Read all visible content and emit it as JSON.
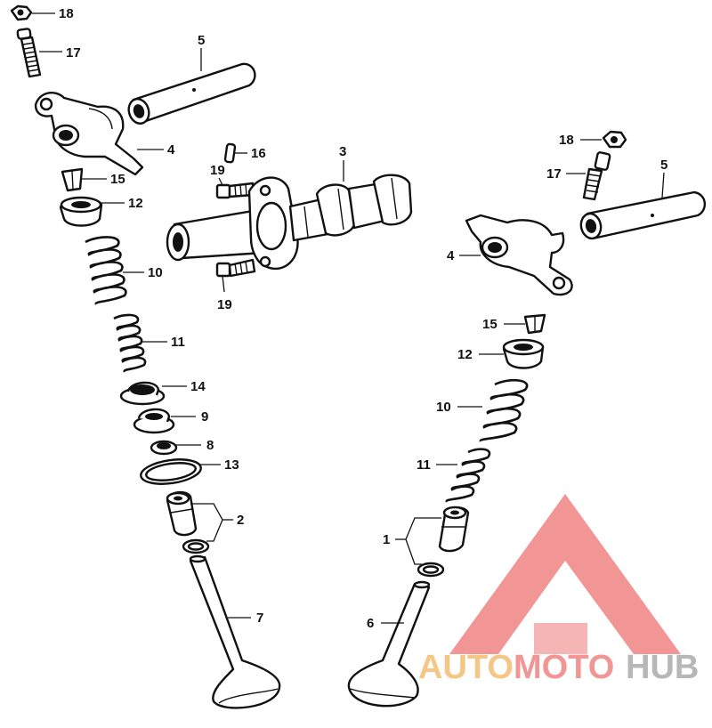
{
  "diagram": {
    "callouts": [
      {
        "id": "c-18-left",
        "label": "18"
      },
      {
        "id": "c-17-left",
        "label": "17"
      },
      {
        "id": "c-5-left",
        "label": "5"
      },
      {
        "id": "c-4-left",
        "label": "4"
      },
      {
        "id": "c-15-left",
        "label": "15"
      },
      {
        "id": "c-12-left",
        "label": "12"
      },
      {
        "id": "c-10-left",
        "label": "10"
      },
      {
        "id": "c-11-left",
        "label": "11"
      },
      {
        "id": "c-14-left",
        "label": "14"
      },
      {
        "id": "c-9-left",
        "label": "9"
      },
      {
        "id": "c-8-left",
        "label": "8"
      },
      {
        "id": "c-13-left",
        "label": "13"
      },
      {
        "id": "c-2-left",
        "label": "2"
      },
      {
        "id": "c-7-left",
        "label": "7"
      },
      {
        "id": "c-16-center",
        "label": "16"
      },
      {
        "id": "c-3-center",
        "label": "3"
      },
      {
        "id": "c-19-top",
        "label": "19"
      },
      {
        "id": "c-19-bottom",
        "label": "19"
      },
      {
        "id": "c-18-right",
        "label": "18"
      },
      {
        "id": "c-17-right",
        "label": "17"
      },
      {
        "id": "c-5-right",
        "label": "5"
      },
      {
        "id": "c-4-right",
        "label": "4"
      },
      {
        "id": "c-15-right",
        "label": "15"
      },
      {
        "id": "c-12-right",
        "label": "12"
      },
      {
        "id": "c-10-right",
        "label": "10"
      },
      {
        "id": "c-11-right",
        "label": "11"
      },
      {
        "id": "c-1-right",
        "label": "1"
      },
      {
        "id": "c-6-right",
        "label": "6"
      }
    ]
  },
  "watermark": {
    "text_part1": "AUTO",
    "text_part2": "MOTO",
    "text_part3": "HUB",
    "colors": {
      "triangle": "#f08a8a",
      "auto": "#f5c27a",
      "moto": "#f08a8a",
      "hub": "#b0b0b0"
    }
  }
}
